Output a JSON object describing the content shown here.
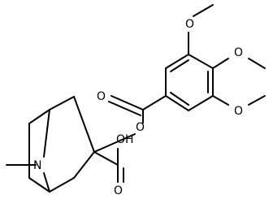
{
  "molecule": {
    "atom_labels": {
      "o_meta_top": "O",
      "o_para": "O",
      "o_meta_bottom": "O",
      "o_carbonyl_ester": "O",
      "o_ester": "O",
      "n_bridge": "N",
      "oh_acid": "OH",
      "o_carbonyl_acid": "O"
    }
  }
}
